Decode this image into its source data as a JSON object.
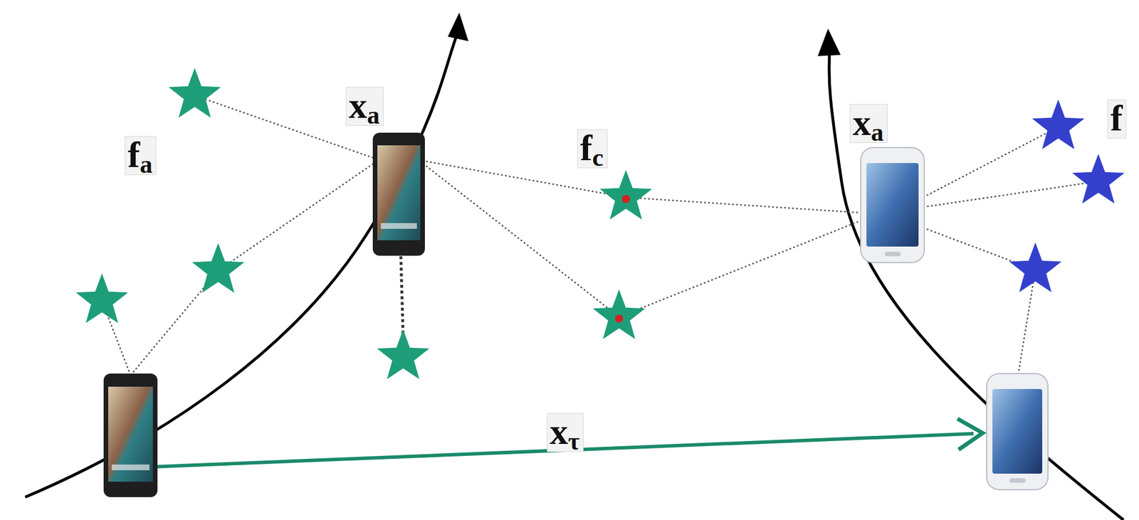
{
  "diagram": {
    "labels": [
      "f",
      "x",
      "a",
      "x",
      "a",
      "f",
      "a",
      "f",
      "c",
      "x",
      "τ"
    ]
  }
}
